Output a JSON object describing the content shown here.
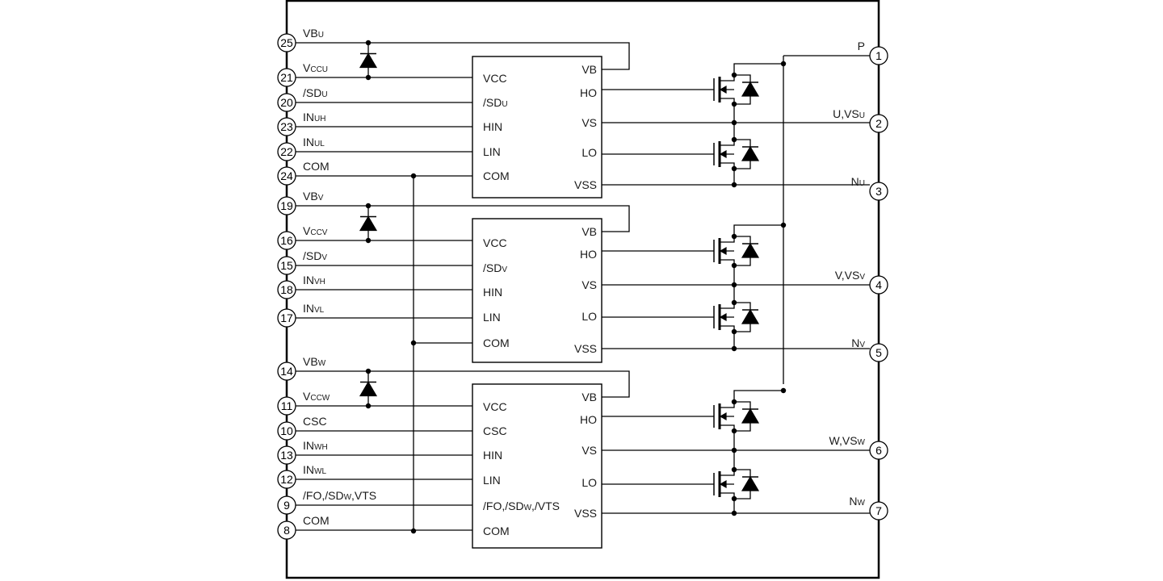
{
  "diagram": {
    "title": "Three-phase inverter module internal block diagram",
    "left_pins": [
      {
        "num": "25",
        "label": "VB",
        "sub": "U"
      },
      {
        "num": "21",
        "label": "V",
        "sub": "CCU"
      },
      {
        "num": "20",
        "label": "/SD",
        "sub": "U"
      },
      {
        "num": "23",
        "label": "IN",
        "sub": "UH"
      },
      {
        "num": "22",
        "label": "IN",
        "sub": "UL"
      },
      {
        "num": "24",
        "label": "COM",
        "sub": ""
      },
      {
        "num": "19",
        "label": "VB",
        "sub": "V"
      },
      {
        "num": "16",
        "label": "V",
        "sub": "CCV"
      },
      {
        "num": "15",
        "label": "/SD",
        "sub": "V"
      },
      {
        "num": "18",
        "label": "IN",
        "sub": "VH"
      },
      {
        "num": "17",
        "label": "IN",
        "sub": "VL"
      },
      {
        "num": "14",
        "label": "VB",
        "sub": "W"
      },
      {
        "num": "11",
        "label": "V",
        "sub": "CCW"
      },
      {
        "num": "10",
        "label": "CSC",
        "sub": ""
      },
      {
        "num": "13",
        "label": "IN",
        "sub": "WH"
      },
      {
        "num": "12",
        "label": "IN",
        "sub": "WL"
      },
      {
        "num": "9",
        "label": "/FO,/SD",
        "sub": "W",
        "suffix": ",VTS"
      },
      {
        "num": "8",
        "label": "COM",
        "sub": ""
      }
    ],
    "right_pins": [
      {
        "num": "1",
        "label": "P",
        "sub": ""
      },
      {
        "num": "2",
        "label": "U,VS",
        "sub": "U"
      },
      {
        "num": "3",
        "label": "N",
        "sub": "U"
      },
      {
        "num": "4",
        "label": "V,VS",
        "sub": "V"
      },
      {
        "num": "5",
        "label": "N",
        "sub": "V"
      },
      {
        "num": "6",
        "label": "W,VS",
        "sub": "W"
      },
      {
        "num": "7",
        "label": "N",
        "sub": "W"
      }
    ],
    "drivers": [
      {
        "name": "driver-u",
        "left": [
          {
            "t": "VCC",
            "s": ""
          },
          {
            "t": "/SD",
            "s": "U"
          },
          {
            "t": "HIN",
            "s": ""
          },
          {
            "t": "LIN",
            "s": ""
          },
          {
            "t": "COM",
            "s": ""
          }
        ],
        "right": [
          "VB",
          "HO",
          "VS",
          "LO",
          "VSS"
        ]
      },
      {
        "name": "driver-v",
        "left": [
          {
            "t": "VCC",
            "s": ""
          },
          {
            "t": "/SD",
            "s": "V"
          },
          {
            "t": "HIN",
            "s": ""
          },
          {
            "t": "LIN",
            "s": ""
          },
          {
            "t": "COM",
            "s": ""
          }
        ],
        "right": [
          "VB",
          "HO",
          "VS",
          "LO",
          "VSS"
        ]
      },
      {
        "name": "driver-w",
        "left": [
          {
            "t": "VCC",
            "s": ""
          },
          {
            "t": "CSC",
            "s": ""
          },
          {
            "t": "HIN",
            "s": ""
          },
          {
            "t": "LIN",
            "s": ""
          },
          {
            "t": "/FO,/SD",
            "s": "W",
            "x": ",/VTS"
          },
          {
            "t": "COM",
            "s": ""
          }
        ],
        "right": [
          "VB",
          "HO",
          "VS",
          "LO",
          "VSS"
        ]
      }
    ],
    "component_icons": [
      "bootstrap-diode-icon",
      "mosfet-icon",
      "body-diode-icon"
    ]
  }
}
